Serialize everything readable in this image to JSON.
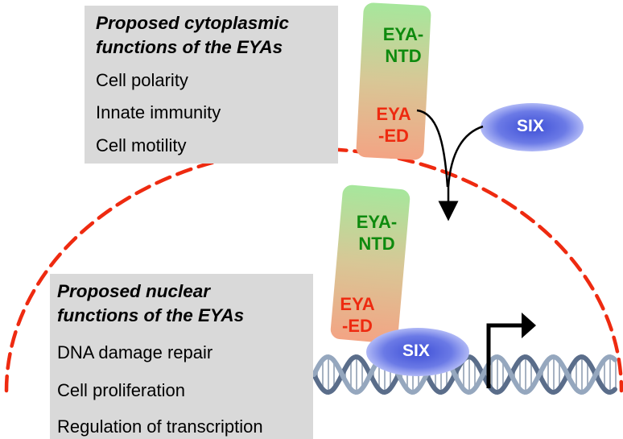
{
  "cytoplasm_box": {
    "title_line1": "Proposed cytoplasmic",
    "title_line2": "functions of the EYAs",
    "items": [
      "Cell polarity",
      "Innate immunity",
      "Cell motility"
    ]
  },
  "nuclear_box": {
    "title_line1": "Proposed nuclear",
    "title_line2": "functions of the EYAs",
    "items": [
      "DNA damage repair",
      "Cell proliferation",
      "Regulation of transcription"
    ]
  },
  "eya_top": {
    "ntd_line1": "EYA-",
    "ntd_line2": "NTD",
    "ed_line1": "EYA",
    "ed_line2": "-ED"
  },
  "eya_bottom": {
    "ntd_line1": "EYA-",
    "ntd_line2": "NTD",
    "ed_line1": "EYA",
    "ed_line2": "-ED"
  },
  "six_top": {
    "label": "SIX"
  },
  "six_bottom": {
    "label": "SIX"
  },
  "colors": {
    "membrane": "#ee2a10",
    "ntd_text": "#0e8a0e",
    "ed_text": "#ee2a10",
    "six_fill": "#5566dd",
    "box_fill": "#d9d9d9"
  }
}
